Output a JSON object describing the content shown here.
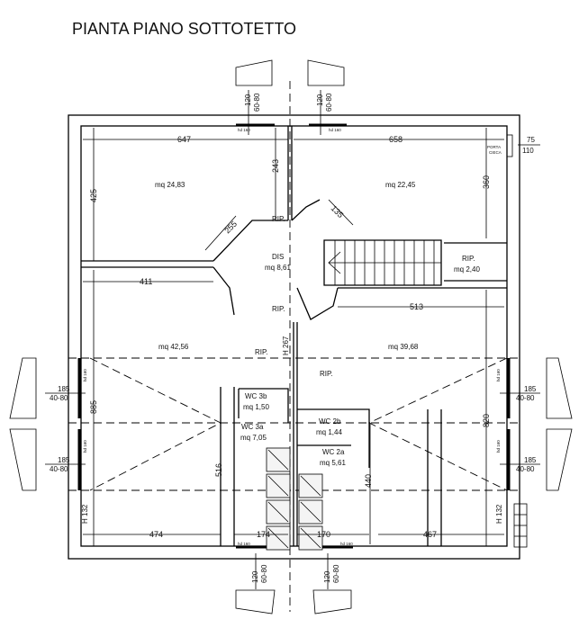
{
  "title": "PIANTA PIANO SOTTOTETTO",
  "rooms": {
    "nw_area": "mq 24,83",
    "ne_area": "mq 22,45",
    "sw_area": "mq 42,56",
    "se_area": "mq 39,68",
    "rip_label": "RIP.",
    "dis_label": "DIS",
    "dis_area": "mq 8,61",
    "rip_e_area": "mq 2,40",
    "wc3b_label": "WC 3b",
    "wc3b_area": "mq 1,50",
    "wc3a_label": "WC 3a",
    "wc3a_area": "mq 7,05",
    "wc2b_label": "WC 2b",
    "wc2b_area": "mq 1,44",
    "wc2a_label": "WC 2a",
    "wc2a_area": "mq 5,61"
  },
  "dimensions": {
    "d647": "647",
    "d658": "658",
    "d243": "243",
    "d425": "425",
    "d360": "360",
    "d255": "255",
    "d135": "135",
    "d411": "411",
    "d513": "513",
    "d885": "885",
    "d820": "820",
    "d516": "516",
    "d440": "440",
    "d474": "474",
    "d174": "174",
    "d170": "170",
    "d467": "467"
  },
  "heights": {
    "h267": "H 267",
    "h132": "H 132"
  },
  "windows": {
    "height": "120",
    "sill": "60-80",
    "hd": "hd 160",
    "side_height": "185",
    "side_sill": "40-80"
  },
  "door": {
    "label1": "PORTA",
    "label2": "CIECA",
    "width": "75",
    "height": "110"
  }
}
